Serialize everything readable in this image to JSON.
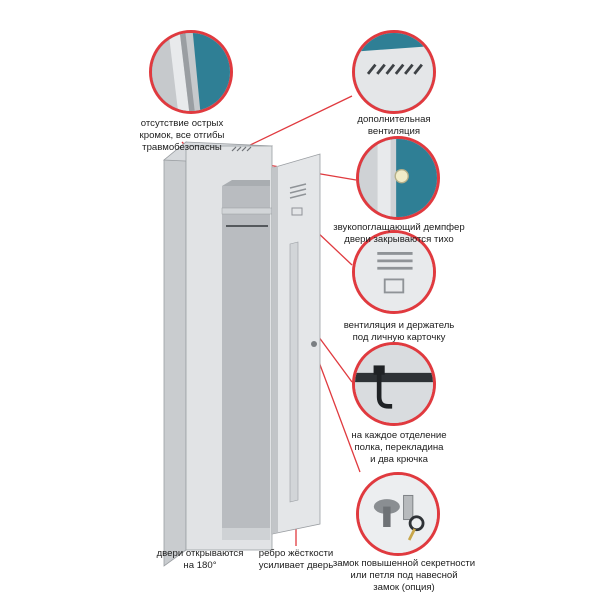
{
  "palette": {
    "accent": "#e03a3f",
    "steel_light": "#e4e6e8",
    "steel_mid": "#c9cccf",
    "steel_dark": "#8f9397",
    "blue_bg": "#2f7f95"
  },
  "callouts": [
    {
      "id": "sharp-edges",
      "text": "отсутствие острых\nкромок, все отгибы\nтравмобезопасны",
      "icon": "bent-edge-detail"
    },
    {
      "id": "ventilation-top",
      "text": "дополнительная\nвентиляция",
      "icon": "vent-slots-detail"
    },
    {
      "id": "damper",
      "text": "звукопоглащающий демпфер\nдвери закрываются тихо",
      "icon": "door-damper-detail"
    },
    {
      "id": "vent-card",
      "text": "вентиляция и держатель\nпод личную карточку",
      "icon": "vent-card-holder-detail"
    },
    {
      "id": "hooks",
      "text": "на каждое отделение\nполка, перекладина\nи два крючка",
      "icon": "hook-rail-detail"
    },
    {
      "id": "lock",
      "text": "замок повышенной секретности\nили петля под навесной\nзамок (опция)",
      "icon": "lock-keys-detail"
    },
    {
      "id": "door-180",
      "text": "двери открываются\nна 180°",
      "icon": ""
    },
    {
      "id": "rib",
      "text": "ребро жёсткости\nусиливает дверь",
      "icon": ""
    }
  ]
}
